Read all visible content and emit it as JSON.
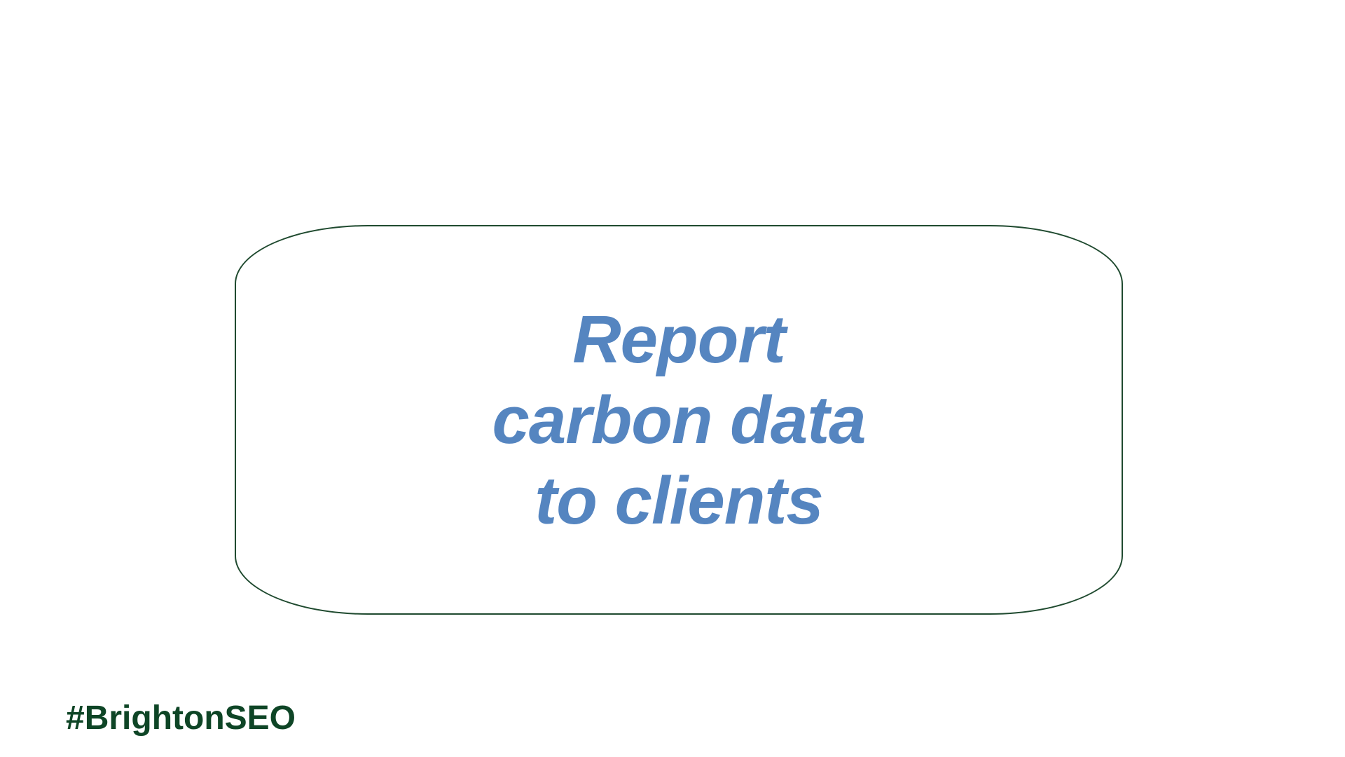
{
  "slide": {
    "callout": {
      "lines": [
        "Report",
        "carbon data",
        "to clients"
      ]
    },
    "hashtag": "#BrightonSEO"
  },
  "colors": {
    "callout_text": "#5585c0",
    "box_border": "#1f4a2f",
    "hashtag": "#0e4526",
    "background": "#ffffff"
  }
}
